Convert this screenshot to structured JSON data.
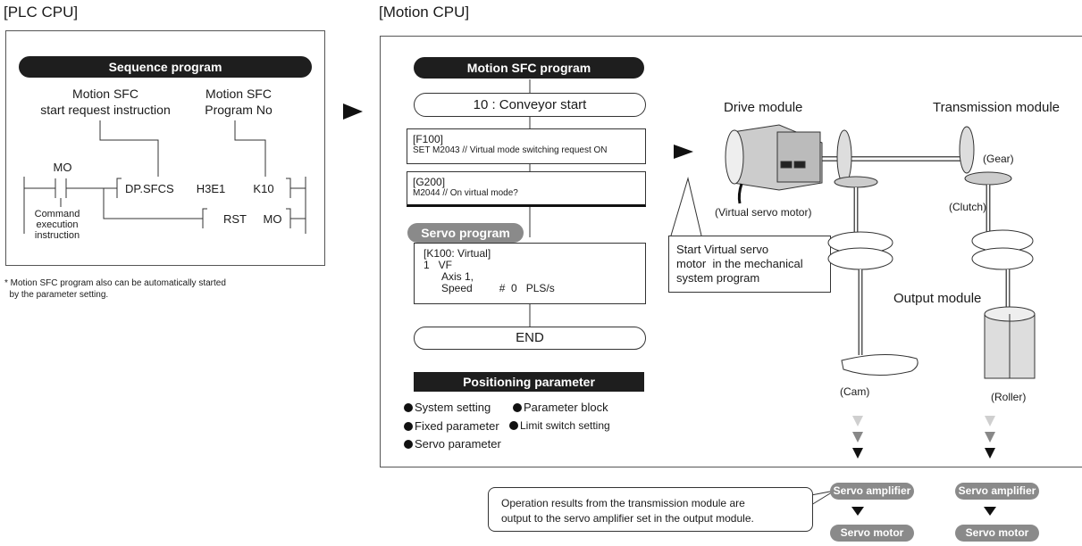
{
  "plc": {
    "header": "[PLC CPU]",
    "program_title": "Sequence program",
    "label_instruction": "Motion SFC\nstart request instruction",
    "label_program_no": "Motion SFC\nProgram No",
    "contact": "MO",
    "instr": "DP.SFCS",
    "device": "H3E1",
    "k_value": "K10",
    "rst": "RST",
    "rst_dev": "MO",
    "command_label": "Command\nexecution\ninstruction",
    "footnote": "* Motion SFC program also can be automatically started\n  by the parameter setting."
  },
  "motion": {
    "header": "[Motion CPU]",
    "sfc_title": "Motion SFC program",
    "step_start": "10 : Conveyor start",
    "f_title": "[F100]",
    "f_text": "SET M2043 // Virtual mode switching request ON",
    "g_title": "[G200]",
    "g_text": "M2044 // On virtual mode?",
    "servo_program": "Servo program",
    "k_title": "[K100: Virtual]",
    "k_line1": "1   VF",
    "k_line2": "Axis 1,",
    "k_line3": "Speed         #  0   PLS/s",
    "end": "END",
    "positioning_title": "Positioning parameter",
    "params": [
      "System setting",
      "Parameter block",
      "Fixed parameter",
      "Limit switch setting",
      "Servo parameter"
    ],
    "callout": "Start Virtual servo\nmotor  in the mechanical\nsystem program"
  },
  "mechanical": {
    "drive_module": "Drive module",
    "transmission_module": "Transmission module",
    "virtual_servo_motor": "(Virtual servo motor)",
    "gear": "(Gear)",
    "clutch": "(Clutch)",
    "output_module": "Output module",
    "cam": "(Cam)",
    "roller": "(Roller)"
  },
  "bottom": {
    "note": "Operation results from the transmission module are\noutput to the servo amplifier set in the output module.",
    "servo_amplifier": "Servo amplifier",
    "servo_motor": "Servo motor"
  }
}
